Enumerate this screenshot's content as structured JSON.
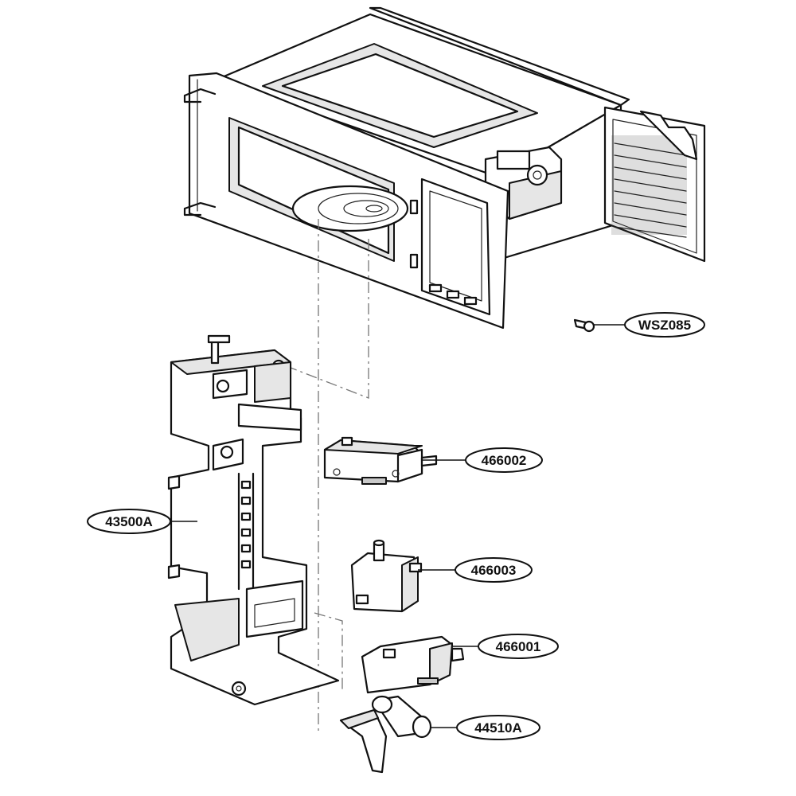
{
  "callouts": {
    "wsz085": "WSZ085",
    "p466002": "466002",
    "p43500a": "43500A",
    "p466003": "466003",
    "p466001": "466001",
    "p44510a": "44510A"
  },
  "colors": {
    "line": "#111111",
    "shade": "#e6e6e6",
    "background": "#ffffff"
  }
}
